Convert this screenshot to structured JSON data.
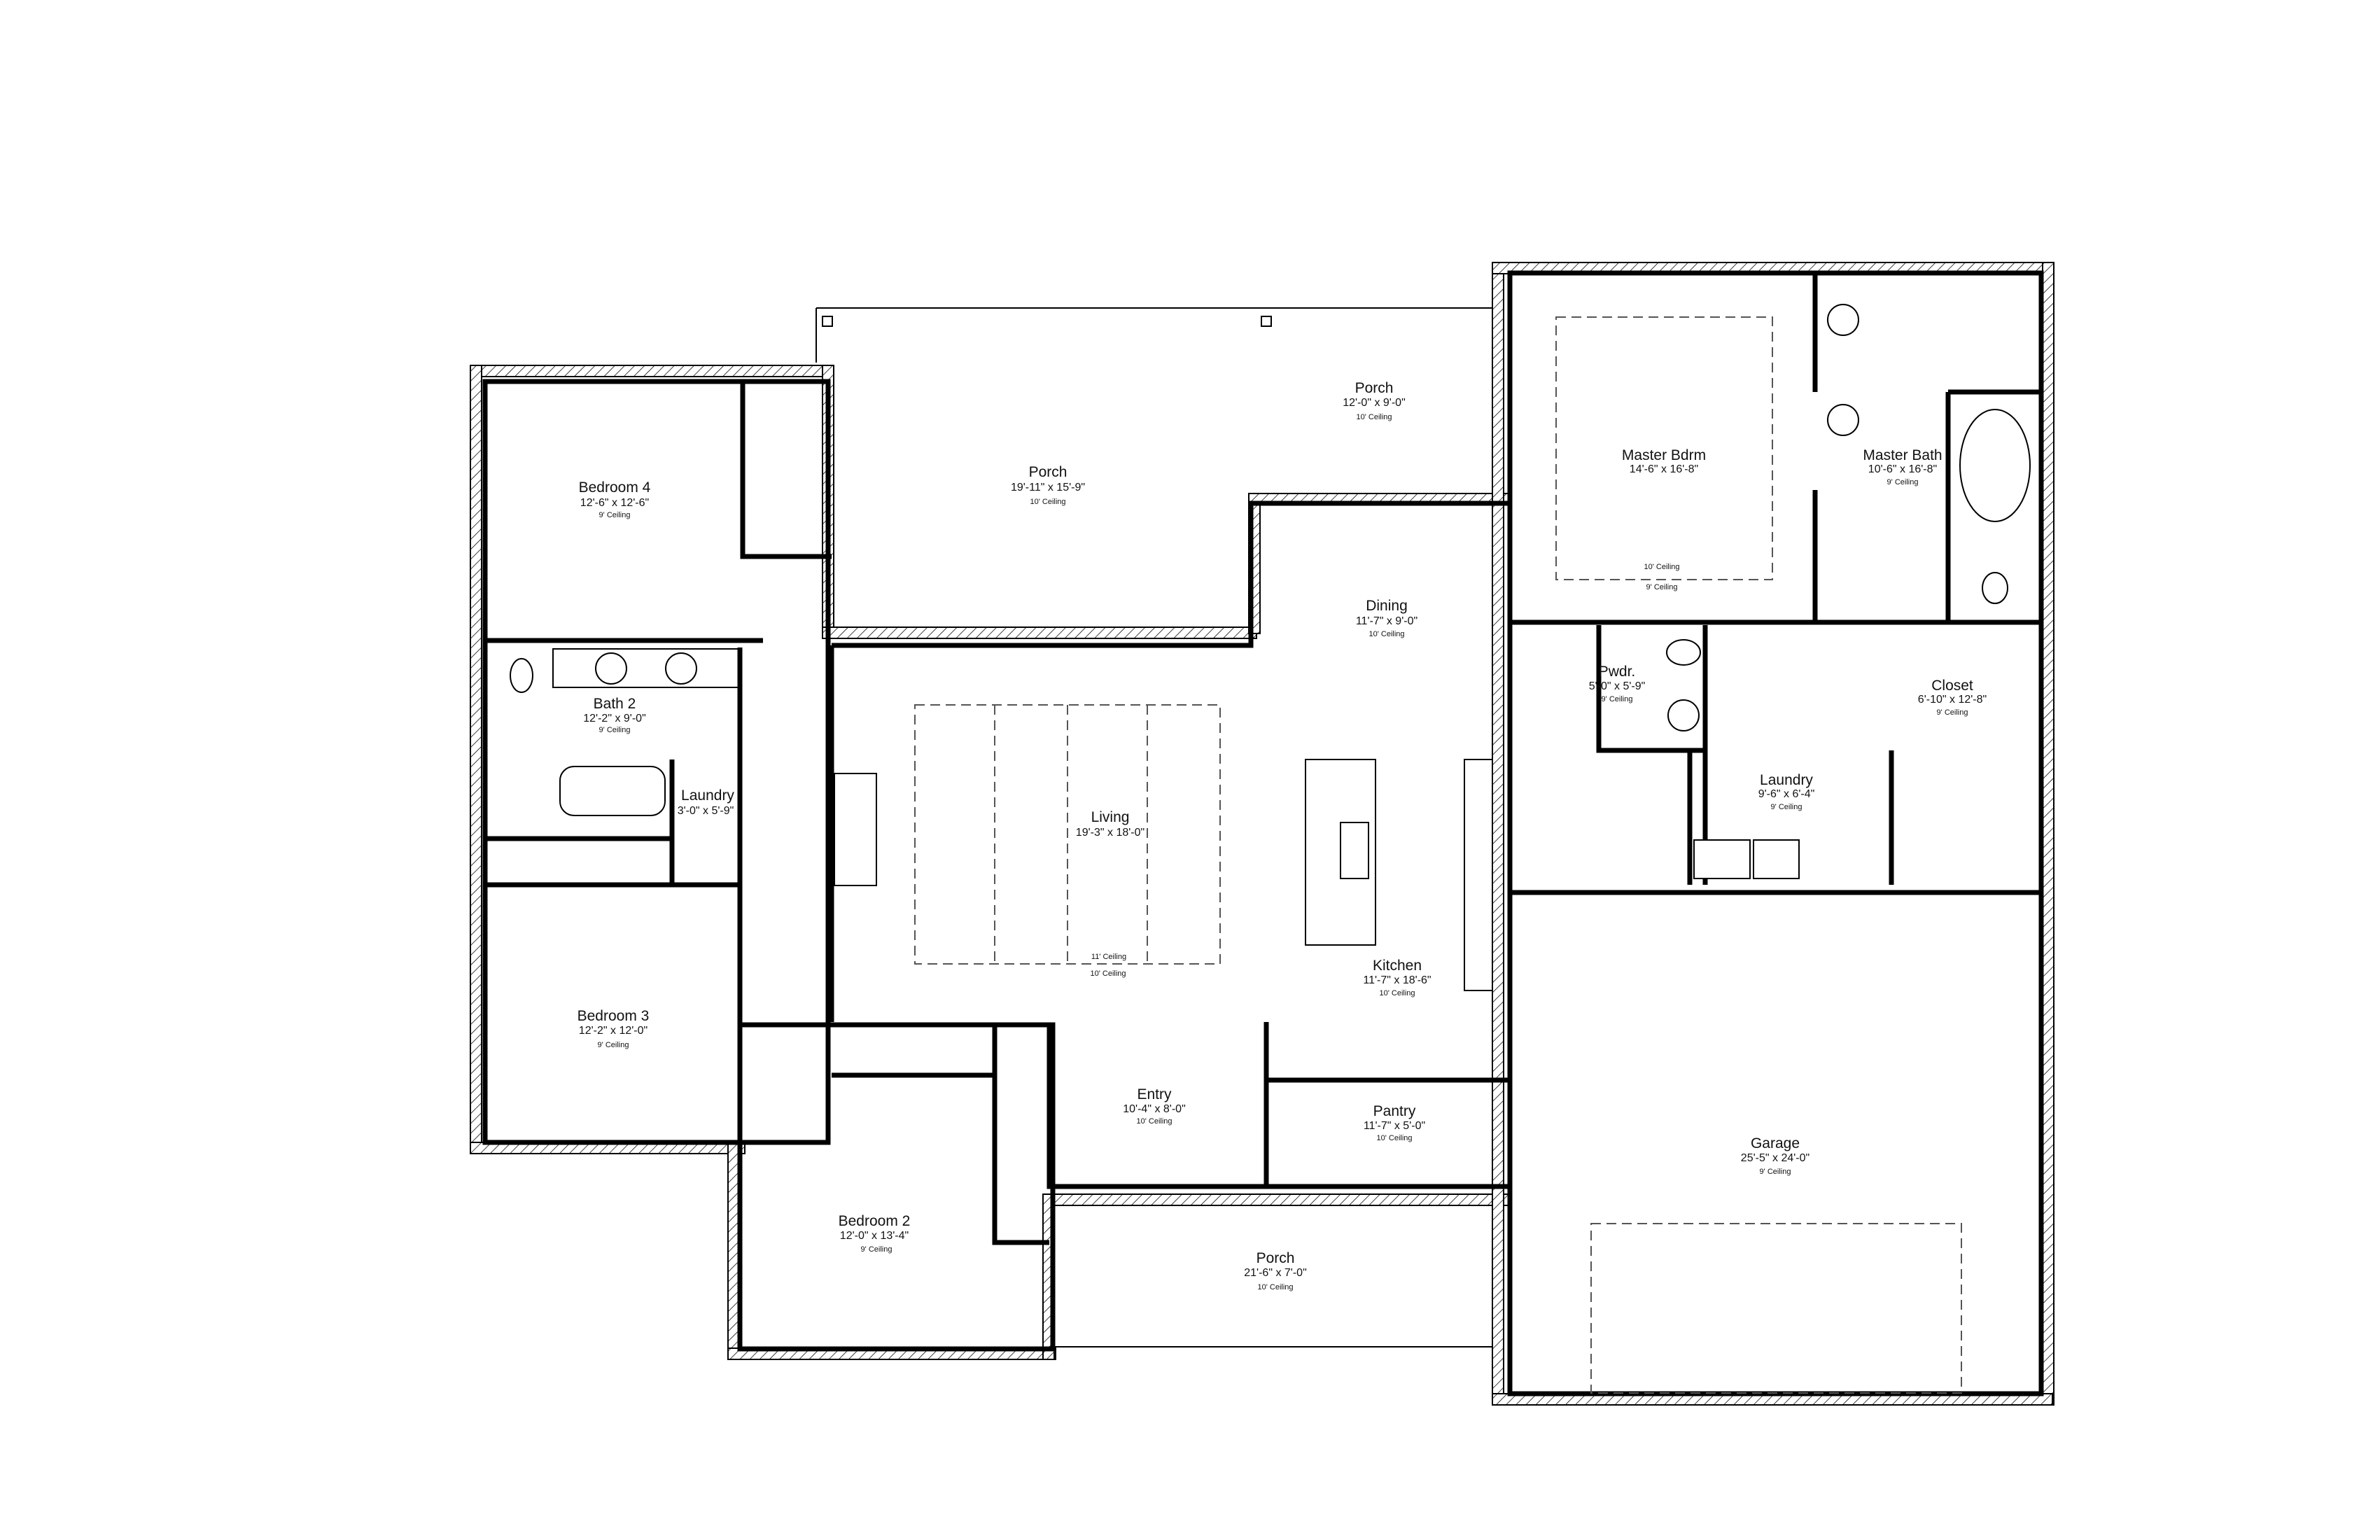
{
  "rooms": {
    "bedroom4": {
      "name": "Bedroom 4",
      "dim": "12'-6\" x 12'-6\"",
      "ceiling": "9' Ceiling"
    },
    "porch_rear": {
      "name": "Porch",
      "dim": "19'-11\" x 15'-9\"",
      "ceiling": "10' Ceiling"
    },
    "porch_side": {
      "name": "Porch",
      "dim": "12'-0\" x 9'-0\"",
      "ceiling": "10' Ceiling"
    },
    "dining": {
      "name": "Dining",
      "dim": "11'-7\" x 9'-0\"",
      "ceiling": "10' Ceiling"
    },
    "bath2": {
      "name": "Bath 2",
      "dim": "12'-2\" x 9'-0\"",
      "ceiling": "9' Ceiling"
    },
    "laundry_small": {
      "name": "Laundry",
      "dim": "3'-0\" x 5'-9\""
    },
    "living": {
      "name": "Living",
      "dim": "19'-3\" x 18'-0\"",
      "ceiling_inner": "11' Ceiling",
      "ceiling": "10' Ceiling"
    },
    "master_bdrm": {
      "name": "Master Bdrm",
      "dim": "14'-6\" x 16'-8\"",
      "ceiling_inner": "10' Ceiling",
      "ceiling": "9' Ceiling"
    },
    "master_bath": {
      "name": "Master Bath",
      "dim": "10'-6\" x 16'-8\"",
      "ceiling": "9' Ceiling"
    },
    "pwdr": {
      "name": "Pwdr.",
      "dim": "5'-0\" x 5'-9\"",
      "ceiling": "9' Ceiling"
    },
    "closet": {
      "name": "Closet",
      "dim": "6'-10\" x 12'-8\"",
      "ceiling": "9' Ceiling"
    },
    "laundry": {
      "name": "Laundry",
      "dim": "9'-6\" x 6'-4\"",
      "ceiling": "9' Ceiling"
    },
    "kitchen": {
      "name": "Kitchen",
      "dim": "11'-7\" x 18'-6\"",
      "ceiling": "10' Ceiling"
    },
    "bedroom3": {
      "name": "Bedroom 3",
      "dim": "12'-2\" x 12'-0\"",
      "ceiling": "9' Ceiling"
    },
    "entry": {
      "name": "Entry",
      "dim": "10'-4\" x 8'-0\"",
      "ceiling": "10' Ceiling"
    },
    "pantry": {
      "name": "Pantry",
      "dim": "11'-7\" x 5'-0\"",
      "ceiling": "10' Ceiling"
    },
    "garage": {
      "name": "Garage",
      "dim": "25'-5\" x 24'-0\"",
      "ceiling": "9' Ceiling"
    },
    "bedroom2": {
      "name": "Bedroom 2",
      "dim": "12'-0\" x 13'-4\"",
      "ceiling": "9' Ceiling"
    },
    "porch_front": {
      "name": "Porch",
      "dim": "21'-6\" x 7'-0\"",
      "ceiling": "10' Ceiling"
    }
  }
}
